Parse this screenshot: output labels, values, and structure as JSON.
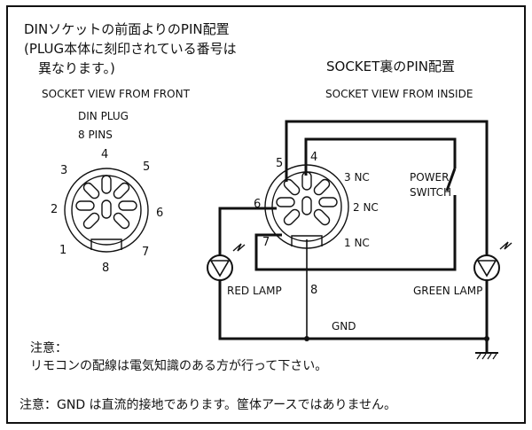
{
  "title": {
    "line1": "DINソケットの前面よりのPIN配置",
    "line2": "(PLUG本体に刻印されている番号は",
    "line3": "異なります。)"
  },
  "front": {
    "view_label": "SOCKET VIEW FROM FRONT",
    "plug_label_1": "DIN PLUG",
    "plug_label_2": "8 PINS",
    "pins": [
      "1",
      "2",
      "3",
      "4",
      "5",
      "6",
      "7",
      "8"
    ]
  },
  "back": {
    "title": "SOCKET裏のPIN配置",
    "view_label": "SOCKET VIEW FROM INSIDE",
    "pins": [
      "1",
      "2",
      "3",
      "4",
      "5",
      "6",
      "7",
      "8"
    ],
    "nc_3": "3 NC",
    "nc_2": "2 NC",
    "nc_1": "1 NC",
    "switch_label_1": "POWER",
    "switch_label_2": "SWITCH",
    "red_lamp": "RED LAMP",
    "green_lamp": "GREEN LAMP",
    "gnd": "GND"
  },
  "notes": {
    "note1_heading": "注意：",
    "note1_text": "リモコンの配線は電気知識のある方が行って下さい。",
    "note2": "注意：GND は直流的接地であります。筐体アースではありません。"
  }
}
